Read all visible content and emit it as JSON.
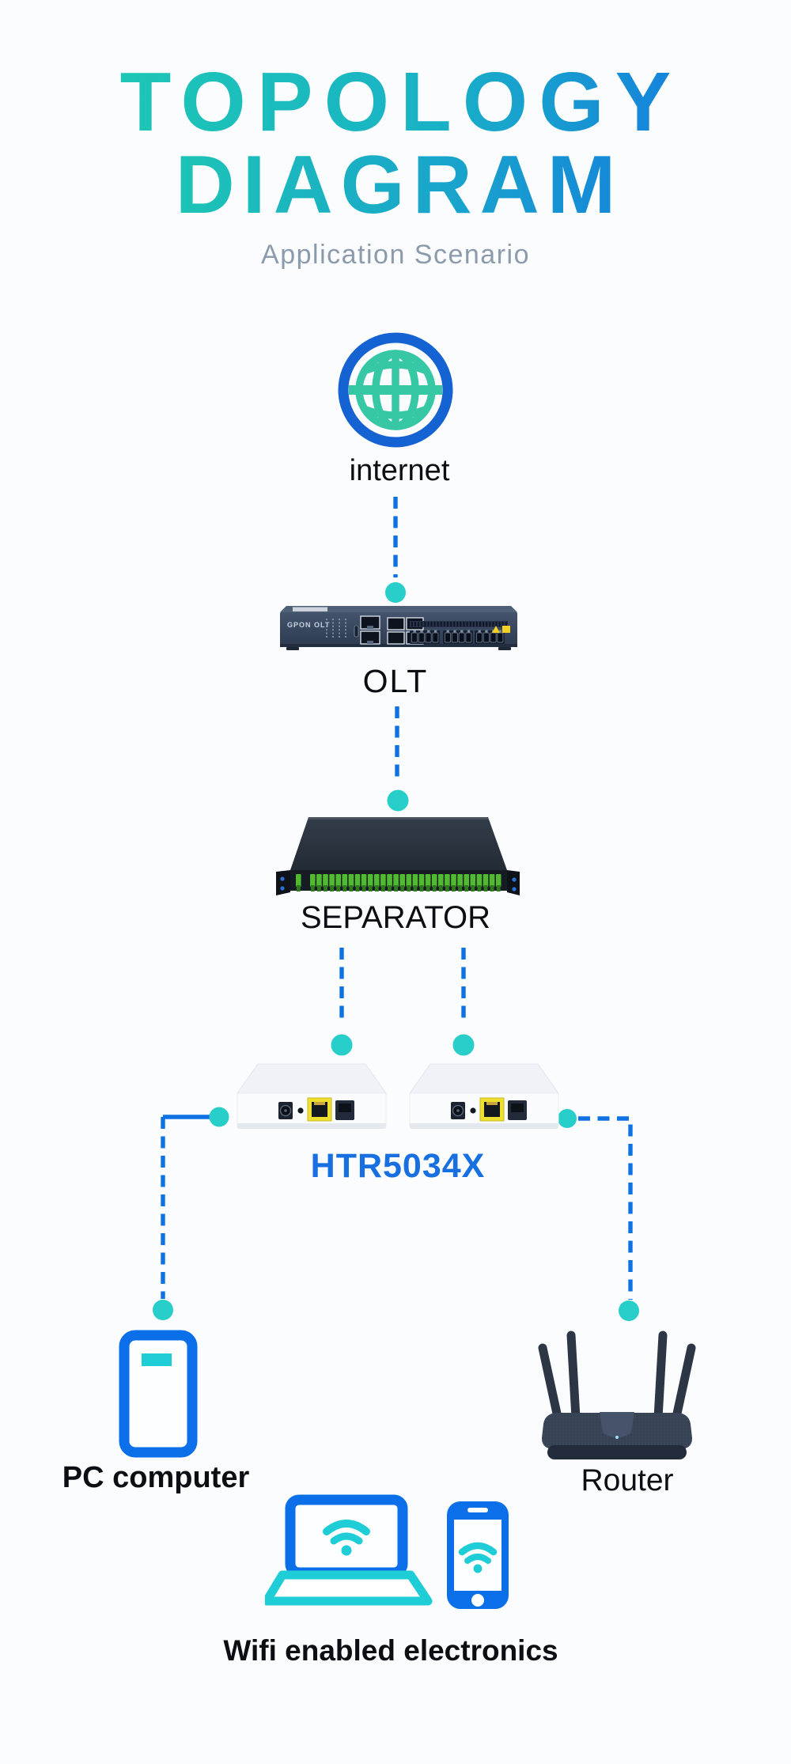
{
  "title": {
    "line1": "TOPOLOGY",
    "line2": "DIAGRAM",
    "subtitle": "Application Scenario"
  },
  "nodes": {
    "internet": {
      "label": "internet",
      "icon": "globe-icon"
    },
    "olt": {
      "label": "OLT",
      "device_text": "GPON OLT",
      "icon": "olt-device-image"
    },
    "separator": {
      "label": "SEPARATOR",
      "icon": "fiber-splitter-device-image"
    },
    "onu": {
      "model": "HTR5034X",
      "units": 2,
      "icon": "onu-device-image"
    },
    "pc": {
      "label": "PC computer",
      "icon": "pc-tower-icon"
    },
    "router": {
      "label": "Router",
      "icon": "router-device-image"
    },
    "wifi_devices": {
      "label": "Wifi enabled electronics",
      "icons": [
        "laptop-wifi-icon",
        "smartphone-wifi-icon"
      ]
    }
  },
  "connections": [
    {
      "from": "internet",
      "to": "olt",
      "style": "dashed"
    },
    {
      "from": "olt",
      "to": "separator",
      "style": "dashed"
    },
    {
      "from": "separator",
      "to": "onu-left",
      "style": "dashed"
    },
    {
      "from": "separator",
      "to": "onu-right",
      "style": "dashed"
    },
    {
      "from": "onu-left",
      "to": "pc",
      "style": "dashed"
    },
    {
      "from": "onu-right",
      "to": "router",
      "style": "dashed"
    }
  ],
  "colors": {
    "background": "#FBFCFE",
    "title_teal": "#1EC8B3",
    "title_blue": "#157FDD",
    "subtitle_gray": "#8C9BAB",
    "connector_blue": "#0E72E4",
    "node_dot_teal": "#28CEC9",
    "model_text_blue": "#186FE0",
    "icon_blue": "#0A6FE8",
    "icon_teal": "#1FCDD6",
    "globe_ring_blue": "#1563D3",
    "globe_inner_teal": "#36C8A5",
    "label_black": "#0B0F14"
  }
}
